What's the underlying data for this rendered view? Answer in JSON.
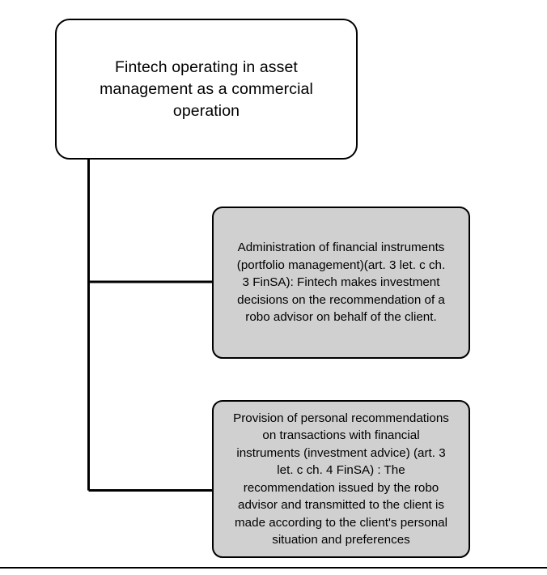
{
  "diagram": {
    "type": "hierarchy-tree",
    "title": "Fintech operating in asset management as a commercial operation",
    "orientation": "left-to-right-branching",
    "colors": {
      "root_fill": "#ffffff",
      "child_fill": "#d0d0d0",
      "stroke": "#000000",
      "text": "#000000"
    },
    "nodes": [
      {
        "id": "root",
        "role": "root-node",
        "fill": "#ffffff",
        "text": "Fintech operating in asset\nmanagement as a commercial\noperation"
      },
      {
        "id": "child-1",
        "role": "child-node",
        "fill": "#d0d0d0",
        "text": "Administration of financial instruments\n(portfolio management)(art. 3 let. c ch.\n3 FinSA): Fintech makes investment\ndecisions on the recommendation of a\nrobo advisor on behalf of the client."
      },
      {
        "id": "child-2",
        "role": "child-node",
        "fill": "#d0d0d0",
        "text": "Provision of personal recommendations\non transactions with financial\ninstruments (investment advice) (art. 3\nlet. c ch. 4 FinSA) : The\nrecommendation issued by the robo\nadvisor and transmitted to the client is\nmade according to the client's personal\nsituation and preferences"
      }
    ],
    "edges": [
      {
        "id": "edge-root-to-child-1",
        "from": "root",
        "to": "child-1",
        "style": "elbow"
      },
      {
        "id": "edge-root-to-child-2",
        "from": "root",
        "to": "child-2",
        "style": "elbow"
      }
    ],
    "footer_rule": {
      "present": true,
      "color": "#000000"
    }
  }
}
